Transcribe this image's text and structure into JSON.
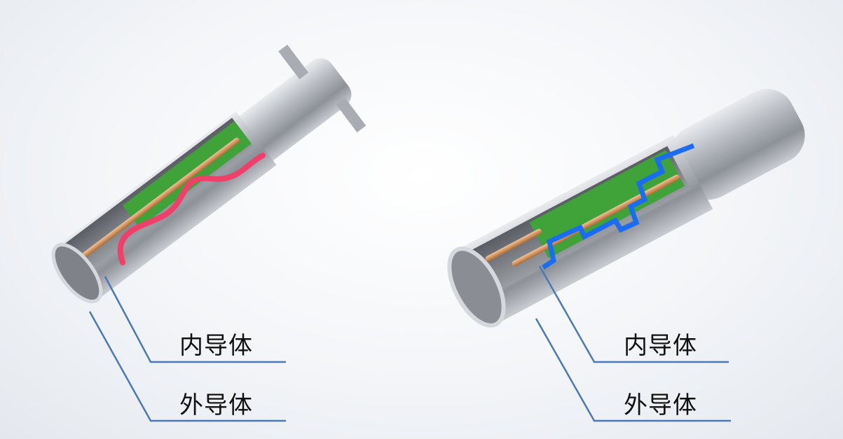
{
  "left_connector": {
    "inner_label": "内导体",
    "outer_label": "外导体",
    "signal_path_color": "#f0406a"
  },
  "right_connector": {
    "inner_label": "内导体",
    "outer_label": "外导体",
    "signal_path_color": "#1a6cf0"
  },
  "colors": {
    "leader_line": "#4a78b8",
    "insulator": "#3fa33a",
    "pin": "#d89058",
    "shell": "#b8bcc2"
  }
}
